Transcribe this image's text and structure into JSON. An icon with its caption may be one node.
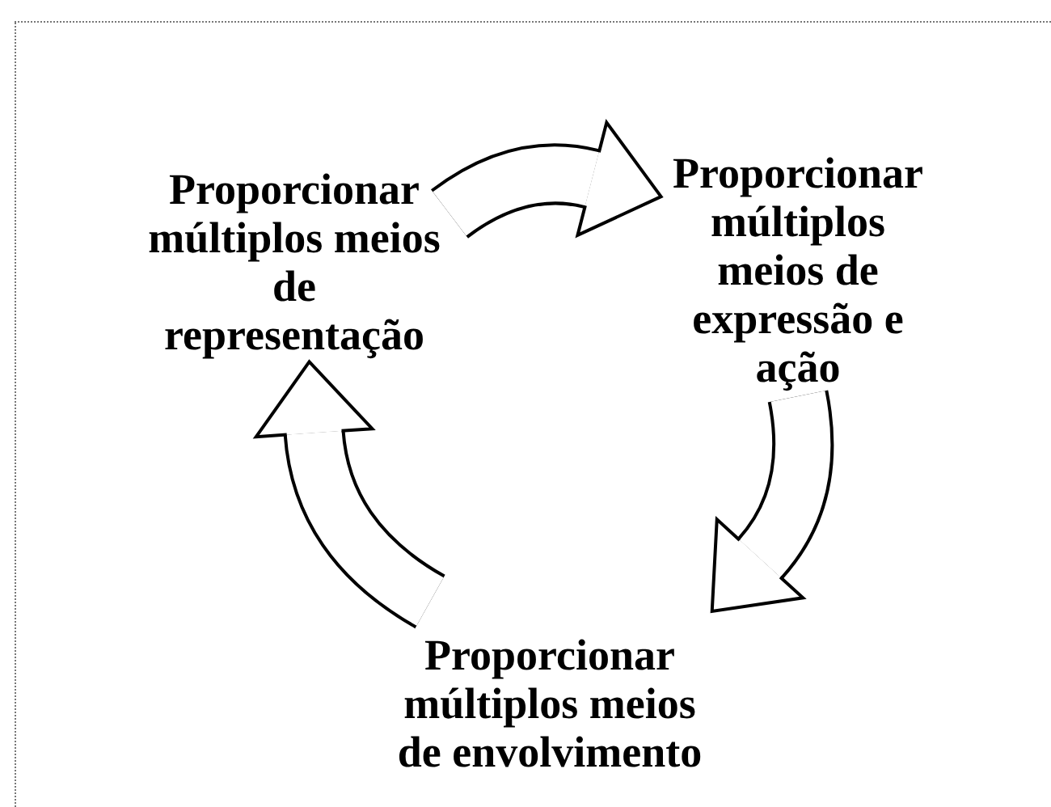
{
  "diagram": {
    "nodes": [
      {
        "text": [
          "Proporcionar múltiplos meios de representação"
        ]
      },
      {
        "text": [
          "Proporcionar múltiplos meios de expressão e ação"
        ]
      },
      {
        "text": [
          "Proporcionar múltiplos meios de envolvimento"
        ]
      }
    ],
    "edges": [
      {
        "from": 0,
        "to": 1,
        "arrow": "to"
      },
      {
        "from": 1,
        "to": 2,
        "arrow": "to"
      },
      {
        "from": 2,
        "to": 0,
        "arrow": "to"
      }
    ]
  }
}
